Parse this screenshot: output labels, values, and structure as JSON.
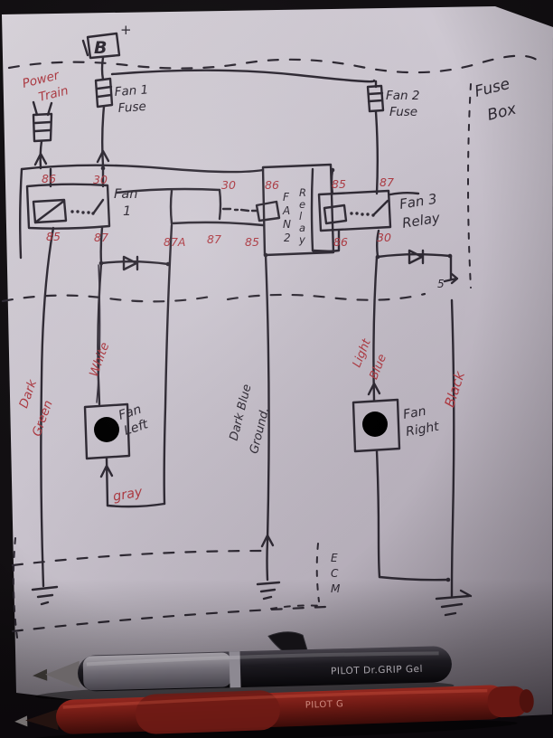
{
  "colors": {
    "ink": "#2e2933",
    "red_ink": "#ad3a42",
    "paper": "#cdc7d1",
    "background": "#120f12"
  },
  "diagram": {
    "battery_label": "B",
    "battery_plus": "+",
    "power_train": {
      "line1": "Power",
      "line2": "Train"
    },
    "fuse_box": {
      "line1": "Fuse",
      "line2": "Box"
    },
    "fan1_fuse": {
      "line1": "Fan 1",
      "line2": "Fuse"
    },
    "fan2_fuse": {
      "line1": "Fan 2",
      "line2": "Fuse"
    },
    "relay1": {
      "name_line1": "Fan",
      "name_line2": "1",
      "pin_top_left": "86",
      "pin_top_right": "30",
      "pin_bottom_left": "85",
      "pin_bottom_right": "87"
    },
    "relay2": {
      "name_col1": [
        "F",
        "A",
        "N",
        "2"
      ],
      "name_col2": [
        "R",
        "e",
        "l",
        "a",
        "y"
      ],
      "pin_top_left": "30",
      "pin_top_right": "86",
      "pin_bottom_left": "87A",
      "pin_bottom_mid": "87",
      "pin_bottom_right": "85"
    },
    "relay3": {
      "name_line1": "Fan 3",
      "name_line2": "Relay",
      "pin_top_left": "85",
      "pin_top_right": "87",
      "pin_bottom_left": "86",
      "pin_bottom_right": "30"
    },
    "fan_left": {
      "line1": "Fan",
      "line2": "Left"
    },
    "fan_right": {
      "line1": "Fan",
      "line2": "Right"
    },
    "wires": {
      "dark_green_line1": "Dark",
      "dark_green_line2": "Green",
      "white": "White",
      "gray": "gray",
      "dark_blue": "Dark Blue",
      "ground": "Ground.",
      "light_blue_line1": "Light",
      "light_blue_line2": "Blue",
      "black": "Black"
    },
    "ecm": [
      "E",
      "C",
      "M"
    ],
    "connector_pin": "5"
  },
  "pens": {
    "black_pen": "PILOT Dr.GRIP Gel",
    "red_pen": "PILOT G"
  }
}
